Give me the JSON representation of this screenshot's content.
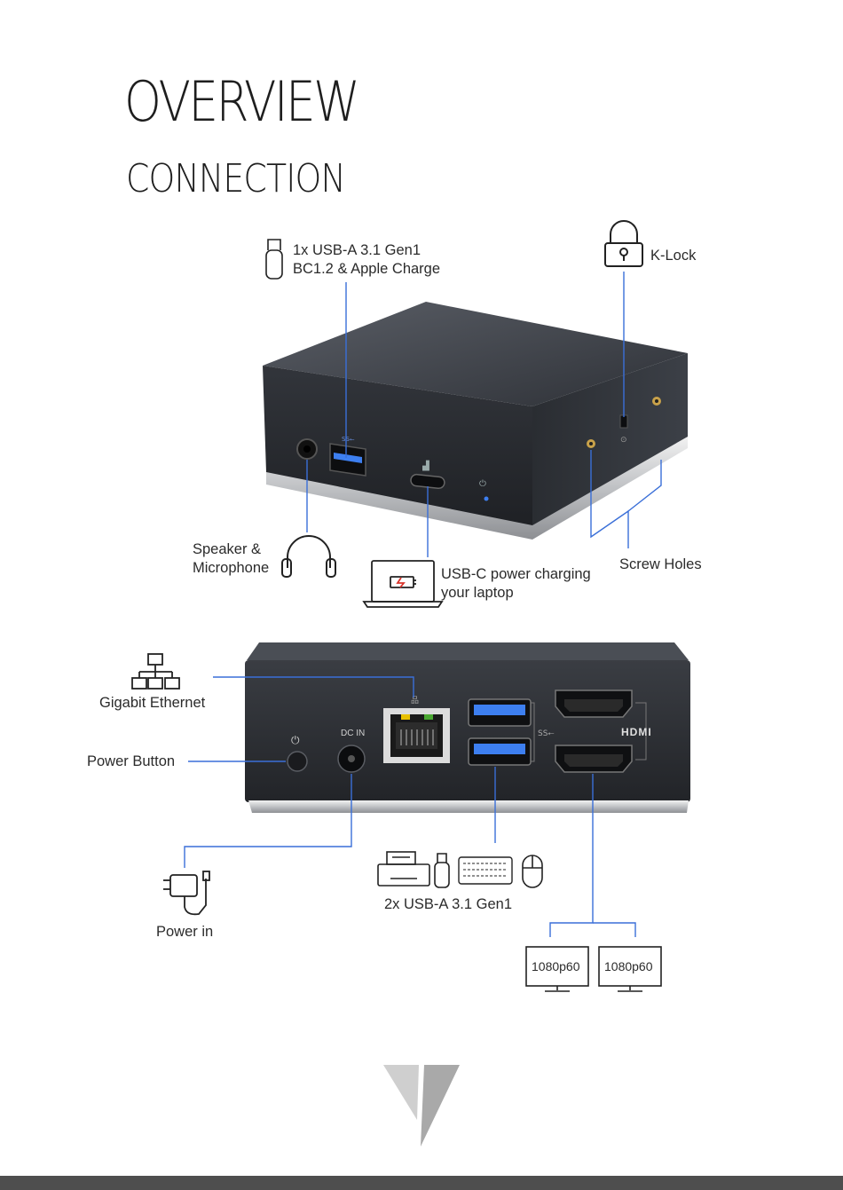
{
  "heading": {
    "title": "OVERVIEW",
    "subtitle": "CONNECTION"
  },
  "front_view": {
    "usb_a_front": "1x USB-A 3.1 Gen1\nBC1.2 & Apple Charge",
    "k_lock": "K-Lock",
    "speaker_mic": "Speaker &\nMicrophone",
    "usb_c_charging": "USB-C power charging\nyour laptop",
    "screw_holes": "Screw Holes"
  },
  "rear_view": {
    "gigabit_ethernet": "Gigabit Ethernet",
    "power_button": "Power Button",
    "dc_in": "DC IN",
    "hdmi_logo": "HDMI",
    "power_in": "Power in",
    "usb_a_rear": "2x USB-A 3.1 Gen1",
    "monitors": [
      "1080p60",
      "1080p60"
    ]
  },
  "colors": {
    "callout_line": "#3a6fd8",
    "device_body": "#2c2f34",
    "port_blue": "#3d7ff0",
    "footer": "#4e4e4e"
  },
  "icons": [
    "usb-stick-icon",
    "padlock-icon",
    "headphones-icon",
    "laptop-charging-icon",
    "network-icon",
    "power-adapter-icon",
    "printer-icon",
    "keyboard-icon",
    "mouse-icon",
    "monitor-icon",
    "v7-logo-icon"
  ]
}
